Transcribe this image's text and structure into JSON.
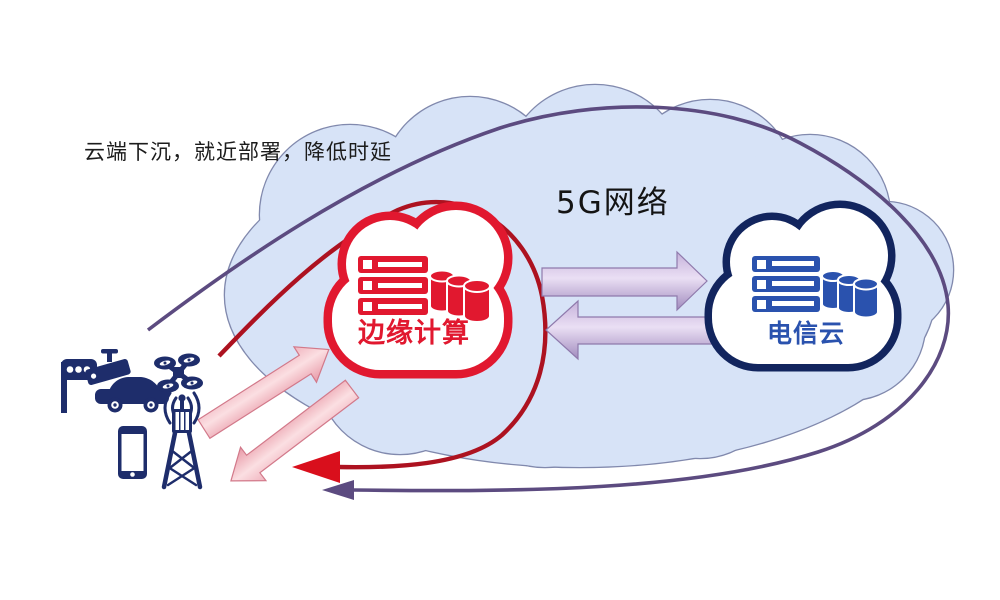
{
  "caption": {
    "text": "云端下沉，就近部署，降低时延"
  },
  "network_cloud": {
    "label": "5G网络",
    "fill_color": "#d7e3f7",
    "outline_color": "#8189ad"
  },
  "edge_cloud": {
    "label": "边缘计算",
    "accent_color": "#e1182f",
    "icons": [
      "server-rack-icon",
      "database-icon"
    ]
  },
  "telecom_cloud": {
    "label": "电信云",
    "accent_color": "#2a52ae",
    "border_color": "#12255e",
    "icons": [
      "server-rack-icon",
      "database-icon"
    ]
  },
  "devices": {
    "color": "#1e2d6b",
    "items": [
      "traffic-light",
      "cctv-camera",
      "car",
      "drone",
      "tablet",
      "cell-tower"
    ]
  },
  "arrows": {
    "cloud_link_right": {
      "direction": "edge-to-telecom",
      "color": "#e8daf2"
    },
    "cloud_link_left": {
      "direction": "telecom-to-edge",
      "color": "#e8daf2"
    },
    "device_uplink": {
      "direction": "devices-to-edge",
      "color": "#f6c3cc"
    },
    "device_downlink": {
      "direction": "edge-to-devices",
      "color": "#f6c3cc"
    },
    "edge_loop": {
      "color": "#ad1220",
      "head_color": "#d90f1c"
    },
    "network_loop": {
      "color": "#5c4b80"
    }
  }
}
